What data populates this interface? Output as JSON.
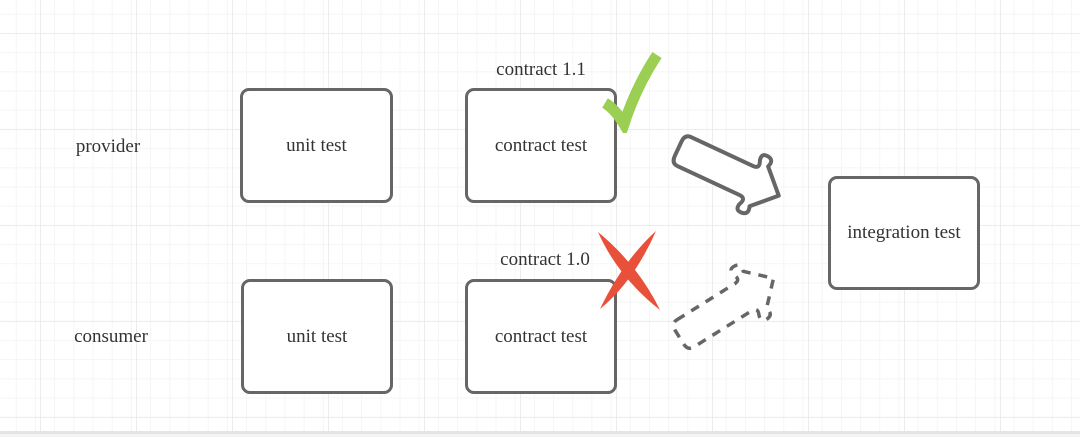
{
  "labels": {
    "provider": "provider",
    "consumer": "consumer",
    "contract_v11": "contract 1.1",
    "contract_v10": "contract 1.0"
  },
  "nodes": {
    "provider_unit": "unit test",
    "provider_contract": "contract test",
    "consumer_unit": "unit test",
    "consumer_contract": "contract test",
    "integration": "integration test"
  },
  "colors": {
    "node-border": "#666666",
    "node-fill": "#ffffff",
    "text": "#333333",
    "check-green": "#9bcf54",
    "cross-red": "#e8503a",
    "arrow-stroke": "#666666",
    "grid-minor": "#f5f5f5",
    "grid-major": "#ececec",
    "page-edge": "#e5e5e5"
  }
}
